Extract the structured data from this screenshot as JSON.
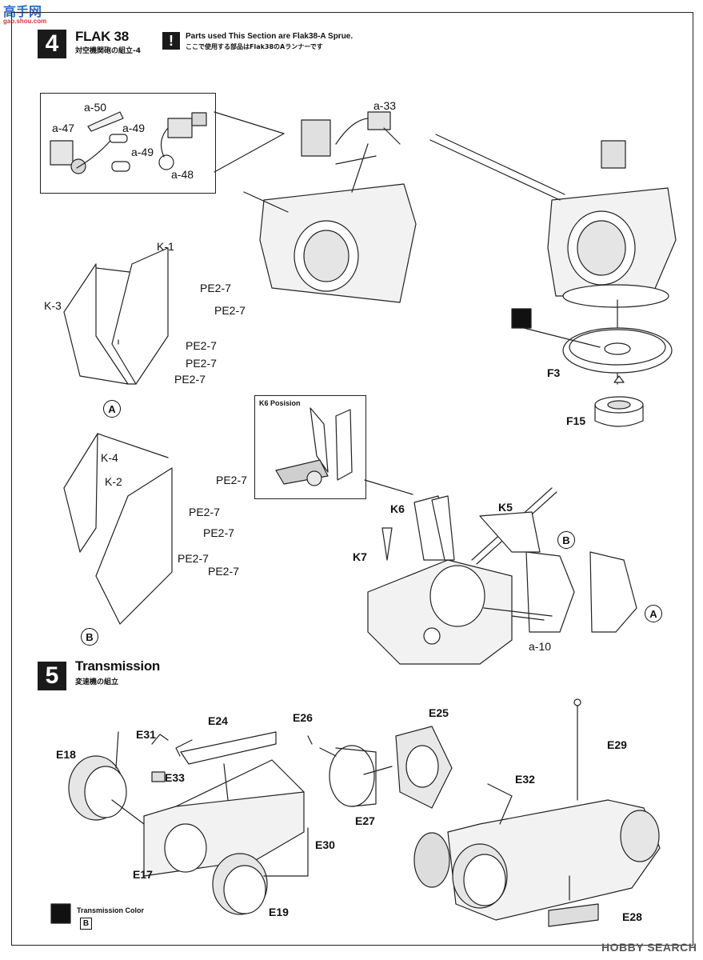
{
  "watermark_top": {
    "glyphs": "高手网",
    "sub": "gao.shou.com"
  },
  "watermark_bottom": "HOBBY SEARCH",
  "step4": {
    "number": "4",
    "title": "FLAK 38",
    "subtitle": "対空機関砲の組立-4"
  },
  "step4_note": {
    "icon": "!",
    "line1": "Parts used This Section are Flak38-A Sprue.",
    "line2": "ここで使用する部品はFlak38のAランナーです"
  },
  "step5": {
    "number": "5",
    "title": "Transmission",
    "subtitle": "変速機の組立"
  },
  "k6_box_title": "K6 Posision",
  "transmission_color": {
    "label": "Transmission Color",
    "code": "B"
  },
  "labels": {
    "a50": "a-50",
    "a47": "a-47",
    "a49a": "a-49",
    "a49b": "a-49",
    "a48": "a-48",
    "a33": "a-33",
    "k1": "K-1",
    "k3": "K-3",
    "k4": "K-4",
    "k2": "K-2",
    "pe1": "PE2-7",
    "pe2": "PE2-7",
    "pe3": "PE2-7",
    "pe4": "PE2-7",
    "pe5": "PE2-7",
    "pe6": "PE2-7",
    "pe7": "PE2-7",
    "pe8": "PE2-7",
    "pe9": "PE2-7",
    "pe10": "PE2-7",
    "f3": "F3",
    "f15": "F15",
    "k6": "K6",
    "k5": "K5",
    "k7": "K7",
    "a10": "a-10",
    "e24": "E24",
    "e31": "E31",
    "e26": "E26",
    "e25": "E25",
    "e18": "E18",
    "e33": "E33",
    "e27": "E27",
    "e30": "E30",
    "e17": "E17",
    "e19": "E19",
    "e29": "E29",
    "e32": "E32",
    "e28": "E28"
  },
  "circles": {
    "a1": "A",
    "b1": "B",
    "b2": "B",
    "a2": "A"
  }
}
